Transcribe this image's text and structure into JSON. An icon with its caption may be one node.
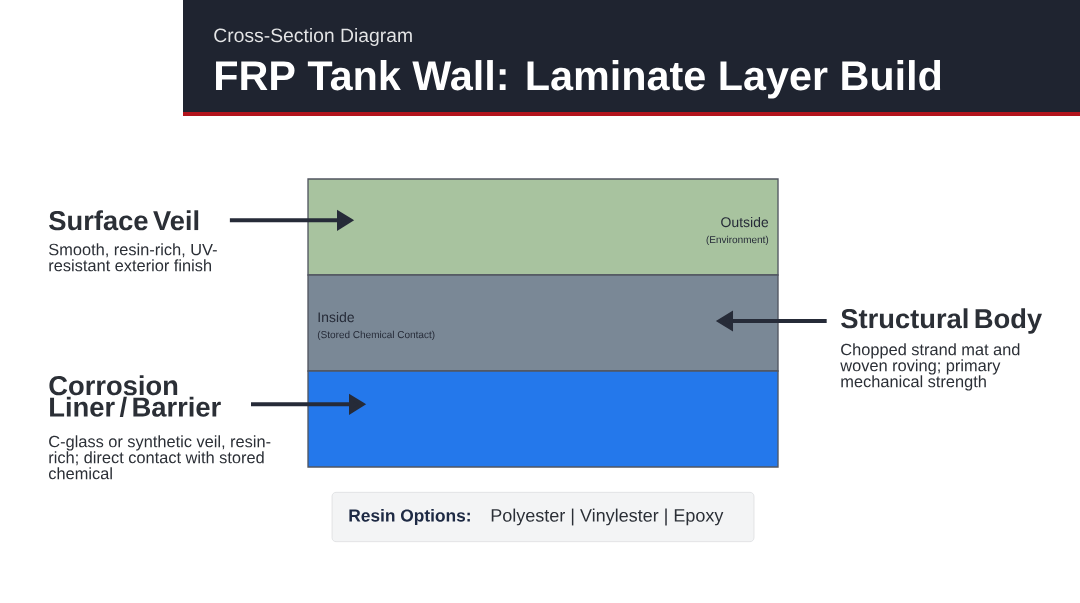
{
  "diagram": {
    "title": "FRP Tank Wall: Laminate Layer Build",
    "nodes": [
      {
        "text": [
          "Outside",
          "(Environment)"
        ]
      },
      {
        "text": [
          "Inside",
          "(Stored Chemical Contact)"
        ]
      },
      {
        "text": [],
        "shape": "box"
      },
      {
        "text": [
          "Surface Veil",
          "Smooth, resin-rich, UV-resistant exterior finish"
        ]
      },
      {
        "text": [
          "Structural Body",
          "Chopped strand mat and woven roving; primary mechanical strength"
        ]
      },
      {
        "text": [
          "Corrosion Liner / Barrier",
          "C-glass or synthetic veil, resin-rich; direct contact with stored chemical"
        ]
      },
      {
        "text": [
          "Resin Options:",
          "Polyester | Vinylester | Epoxy"
        ]
      }
    ],
    "edges": [
      {
        "from": 3,
        "to": 0,
        "arrow": "to"
      },
      {
        "from": 4,
        "to": 1,
        "arrow": "to"
      },
      {
        "from": 5,
        "to": 2,
        "arrow": "to"
      }
    ],
    "labels": [
      "Cross-Section Diagram"
    ]
  }
}
